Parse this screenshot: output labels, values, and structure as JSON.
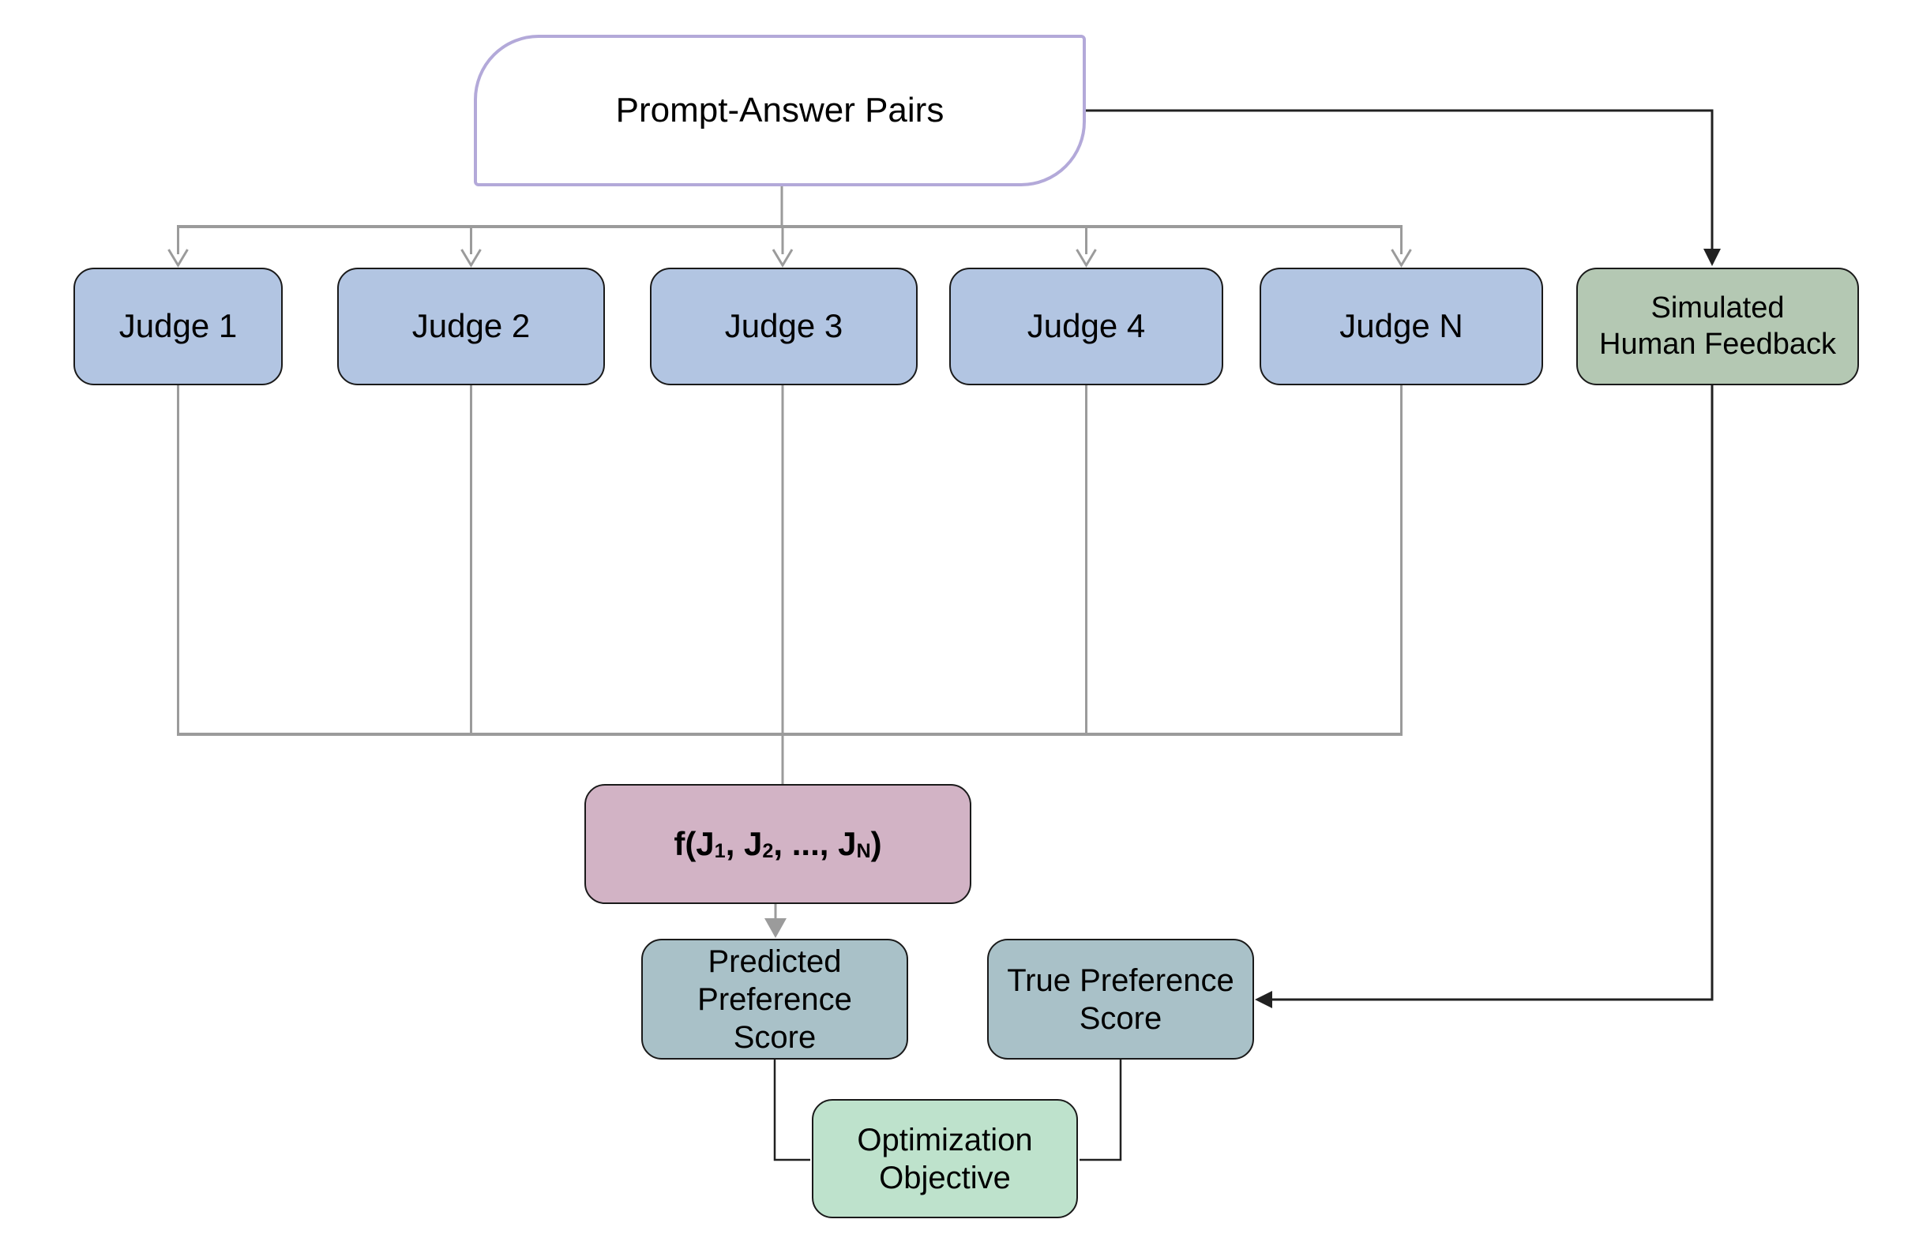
{
  "colors": {
    "background": "#ffffff",
    "node_border": "#1a1a1a",
    "source_border": "#b3a9d9",
    "source_fill": "#ffffff",
    "judge_fill": "#b2c5e2",
    "feedback_fill": "#b4c8b3",
    "aggregator_fill": "#d2b3c5",
    "score_fill": "#a9c1c8",
    "objective_fill": "#bee2cc",
    "connector_gray": "#9b9b9b",
    "connector_dark": "#212121",
    "text": "#000000"
  },
  "nodes": {
    "source": {
      "label": "Prompt-Answer Pairs"
    },
    "judges": [
      {
        "label": "Judge 1"
      },
      {
        "label": "Judge 2"
      },
      {
        "label": "Judge 3"
      },
      {
        "label": "Judge 4"
      },
      {
        "label": "Judge N"
      }
    ],
    "simulated_feedback": {
      "lines": [
        "Simulated",
        "Human Feedback"
      ]
    },
    "aggregator": {
      "f_open": "f(J",
      "sub_1": "1",
      "sep_1": ", J",
      "sub_2": "2",
      "sep_2": ", ..., J",
      "sub_n": "N",
      "close": ")"
    },
    "predicted_score": {
      "lines": [
        "Predicted",
        "Preference",
        "Score"
      ]
    },
    "true_score": {
      "lines": [
        "True Preference",
        "Score"
      ]
    },
    "objective": {
      "lines": [
        "Optimization",
        "Objective"
      ]
    }
  }
}
